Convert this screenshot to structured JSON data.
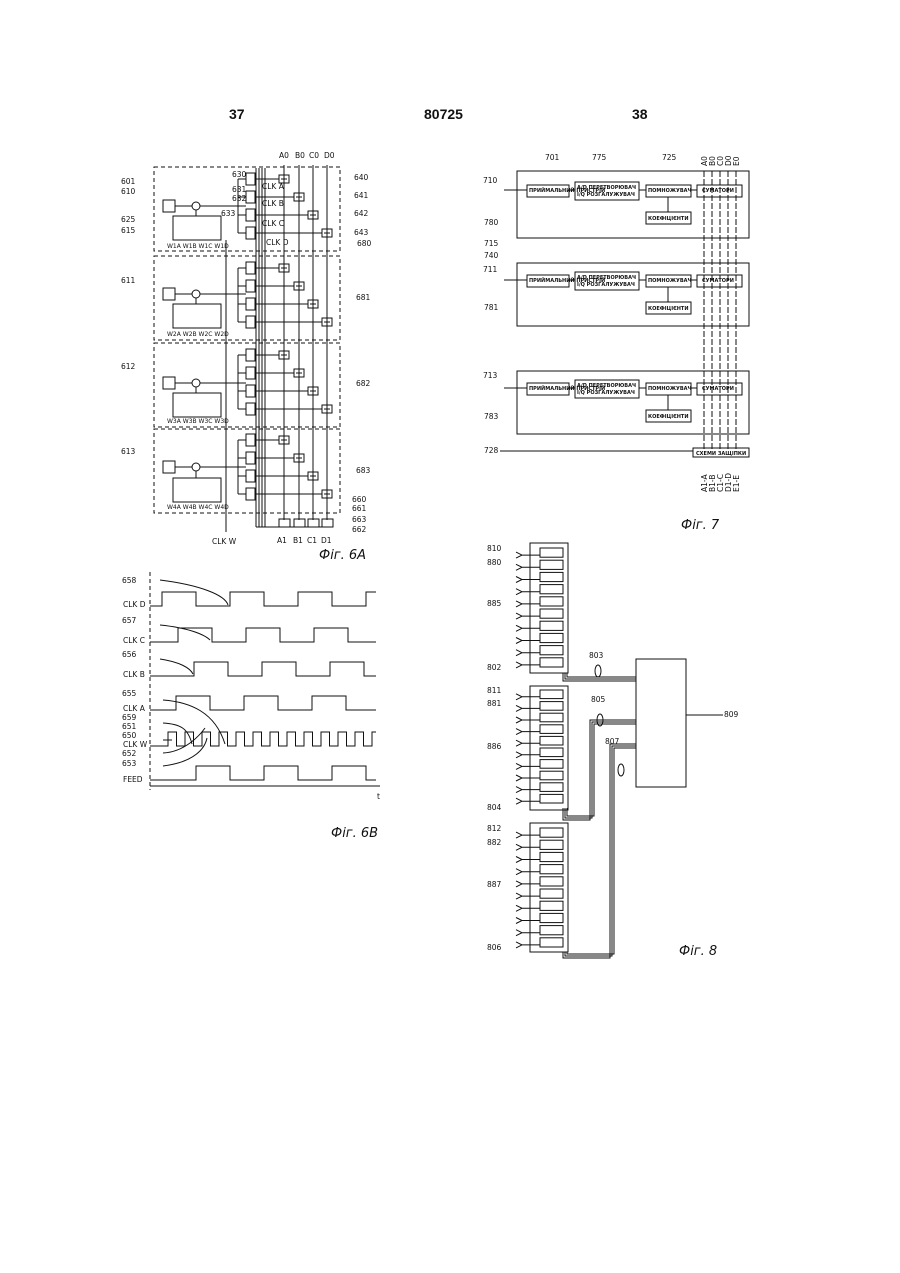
{
  "header": {
    "page_left": "37",
    "doc_number": "80725",
    "page_right": "38"
  },
  "fig6a": {
    "caption": "Фіг. 6A",
    "out_top": [
      "A0",
      "B0",
      "C0",
      "D0"
    ],
    "out_bottom": [
      "A1",
      "B1",
      "C1",
      "D1"
    ],
    "clk": [
      "CLK A",
      "CLK B",
      "CLK C",
      "CLK D"
    ],
    "clk_w": "CLK W",
    "refs_left": [
      "601",
      "610",
      "625",
      "615",
      "611",
      "612",
      "613"
    ],
    "refs_top": [
      "630",
      "631",
      "632",
      "633"
    ],
    "refs_right": [
      "640",
      "641",
      "642",
      "643",
      "680",
      "681",
      "682",
      "683",
      "660",
      "661",
      "663",
      "662"
    ],
    "weights": [
      "W1A W1B W1C W1D",
      "W2A W2B W2C W2D",
      "W3A W3B W3C W3D",
      "W4A W4B W4C W4D"
    ]
  },
  "fig6b": {
    "caption": "Фіг. 6B",
    "signals": [
      "CLK D",
      "CLK C",
      "CLK B",
      "CLK A",
      "CLK W",
      "FEED"
    ],
    "refs": [
      "658",
      "657",
      "656",
      "655",
      "659",
      "651",
      "650",
      "652",
      "653"
    ],
    "t_label": "t"
  },
  "fig7": {
    "caption": "Фіг. 7",
    "top_refs": [
      "701",
      "775",
      "725"
    ],
    "left_refs": [
      "710",
      "780",
      "715",
      "740",
      "711",
      "781",
      "713",
      "783",
      "728"
    ],
    "receiver": "ПРИЙМАЛЬНИЙ ПРИСТРІЙ",
    "adc_line1": "А/D ПЕРЕТВОРЮВАЧ",
    "adc_line2": "I/Q РОЗГАЛУЖУВАЧ",
    "multiplier": "ПОМНОЖУВАЧ",
    "coefficients": "КОЕФІЦІЄНТИ",
    "adders": "СУМАТОРИ",
    "latch": "СХЕМИ ЗАЩІПКИ",
    "outputs_top": [
      "A0",
      "B0",
      "C0",
      "D0",
      "E0"
    ],
    "outputs_bottom": [
      "A1-A",
      "B1-B",
      "C1-C",
      "D1-D",
      "E1-E"
    ]
  },
  "fig8": {
    "caption": "Фіг. 8",
    "refs": [
      "810",
      "880",
      "885",
      "802",
      "803",
      "811",
      "881",
      "805",
      "809",
      "886",
      "807",
      "804",
      "812",
      "882",
      "887",
      "806"
    ]
  }
}
